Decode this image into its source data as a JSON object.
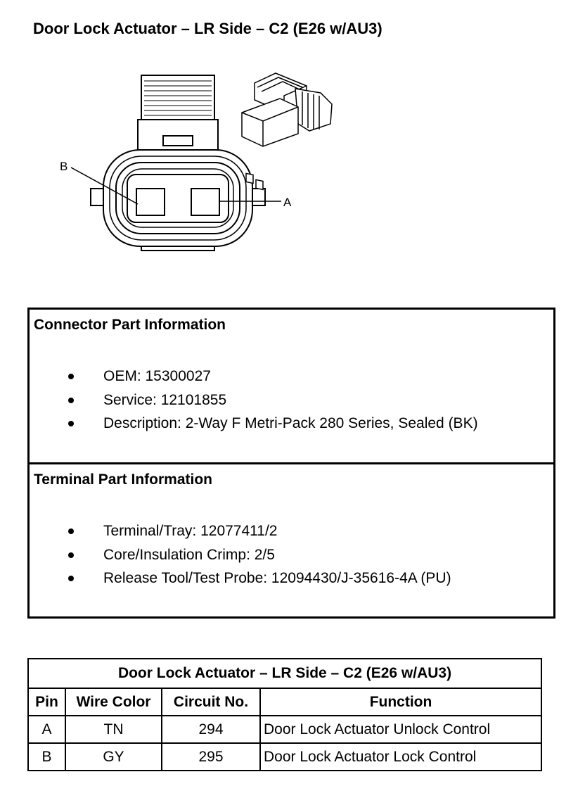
{
  "title": "Door Lock Actuator – LR Side – C2 (E26 w/AU3)",
  "diagram": {
    "label_b": "B",
    "label_a": "A"
  },
  "connector": {
    "heading": "Connector Part Information",
    "items": [
      "OEM: 15300027",
      "Service: 12101855",
      "Description: 2-Way F Metri-Pack 280 Series, Sealed (BK)"
    ]
  },
  "terminal": {
    "heading": "Terminal Part Information",
    "items": [
      "Terminal/Tray: 12077411/2",
      "Core/Insulation Crimp: 2/5",
      "Release Tool/Test Probe: 12094430/J-35616-4A (PU)"
    ]
  },
  "pin_table": {
    "caption": "Door Lock Actuator – LR Side – C2 (E26 w/AU3)",
    "headers": [
      "Pin",
      "Wire Color",
      "Circuit No.",
      "Function"
    ],
    "rows": [
      [
        "A",
        "TN",
        "294",
        "Door Lock Actuator Unlock Control"
      ],
      [
        "B",
        "GY",
        "295",
        "Door Lock Actuator Lock Control"
      ]
    ]
  }
}
